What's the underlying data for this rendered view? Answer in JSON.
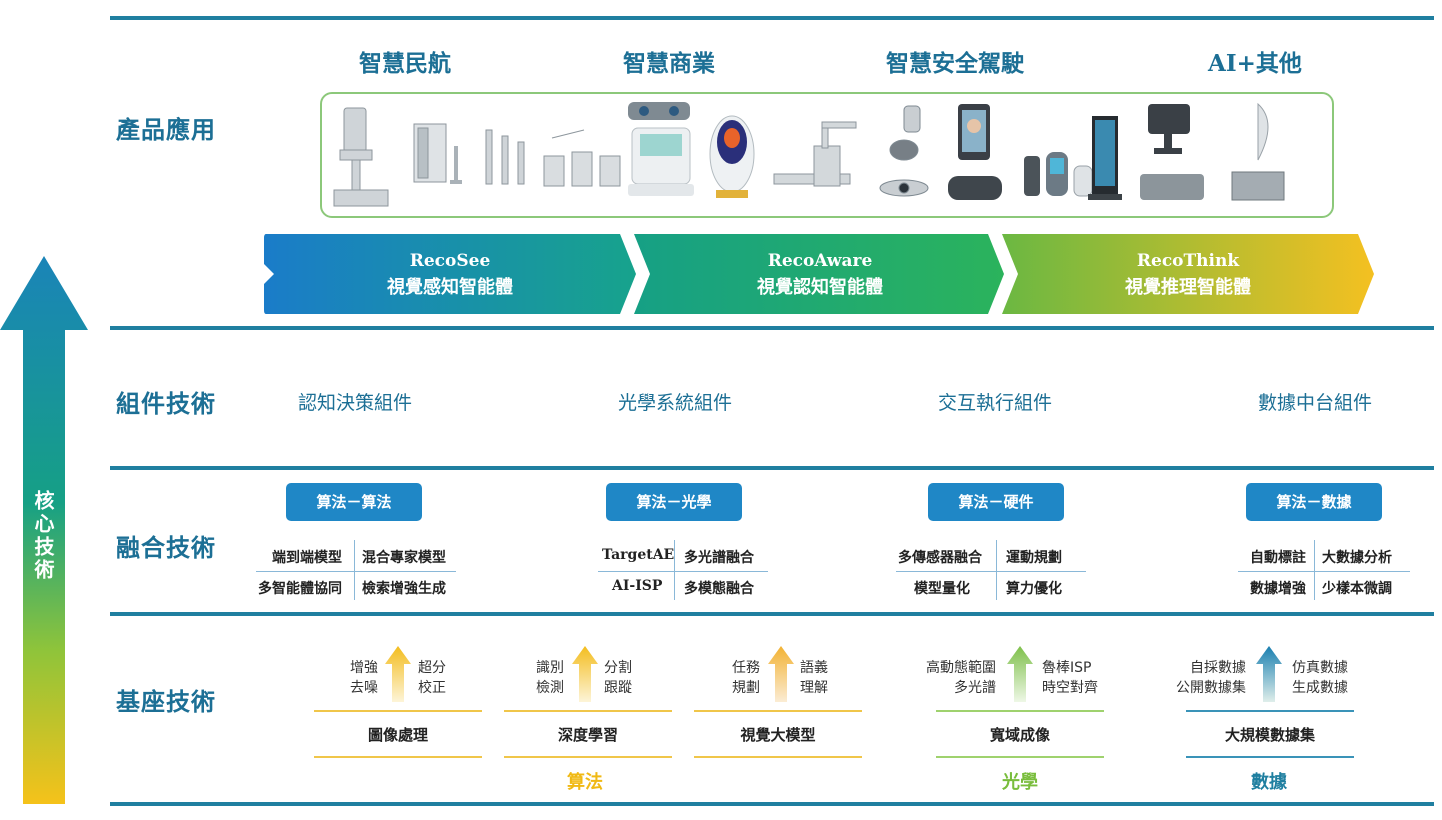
{
  "core_label": "核心技術",
  "sections": {
    "products": "產品應用",
    "components": "組件技術",
    "fusion": "融合技術",
    "foundation": "基座技術"
  },
  "product_categories": [
    "智慧民航",
    "智慧商業",
    "智慧安全駕駛",
    "AI+其他"
  ],
  "banners": [
    {
      "title": "RecoSee",
      "subtitle": "視覺感知智能體"
    },
    {
      "title": "RecoAware",
      "subtitle": "視覺認知智能體"
    },
    {
      "title": "RecoThink",
      "subtitle": "視覺推理智能體"
    }
  ],
  "components": [
    "認知決策組件",
    "光學系統組件",
    "交互執行組件",
    "數據中台組件"
  ],
  "fusion": [
    {
      "label": "算法－算法",
      "items": [
        "端到端模型",
        "混合專家模型",
        "多智能體協同",
        "檢索增強生成"
      ]
    },
    {
      "label": "算法－光學",
      "items": [
        "TargetAE",
        "多光譜融合",
        "AI-ISP",
        "多模態融合"
      ]
    },
    {
      "label": "算法－硬件",
      "items": [
        "多傳感器融合",
        "運動規劃",
        "模型量化",
        "算力優化"
      ]
    },
    {
      "label": "算法－數據",
      "items": [
        "自動標註",
        "大數據分析",
        "數據增強",
        "少樣本微調"
      ]
    }
  ],
  "foundation": [
    {
      "left": [
        "增強",
        "去噪"
      ],
      "right": [
        "超分",
        "校正"
      ],
      "name": "圖像處理"
    },
    {
      "left": [
        "識別",
        "檢測"
      ],
      "right": [
        "分割",
        "跟蹤"
      ],
      "name": "深度學習"
    },
    {
      "left": [
        "任務",
        "規劃"
      ],
      "right": [
        "語義",
        "理解"
      ],
      "name": "視覺大模型"
    },
    {
      "left": [
        "高動態範圍",
        "多光譜"
      ],
      "right": [
        "魯棒ISP",
        "時空對齊"
      ],
      "name": "寬域成像"
    },
    {
      "left": [
        "自採數據",
        "公開數據集"
      ],
      "right": [
        "仿真數據",
        "生成數據"
      ],
      "name": "大規模數據集"
    }
  ],
  "foundation_categories": [
    "算法",
    "光學",
    "數據"
  ],
  "colors": {
    "primary": "#1c6f95",
    "pill": "#1f87c6",
    "algo": "#f0c020",
    "optics": "#8cc84a",
    "data": "#1f7fa0"
  }
}
